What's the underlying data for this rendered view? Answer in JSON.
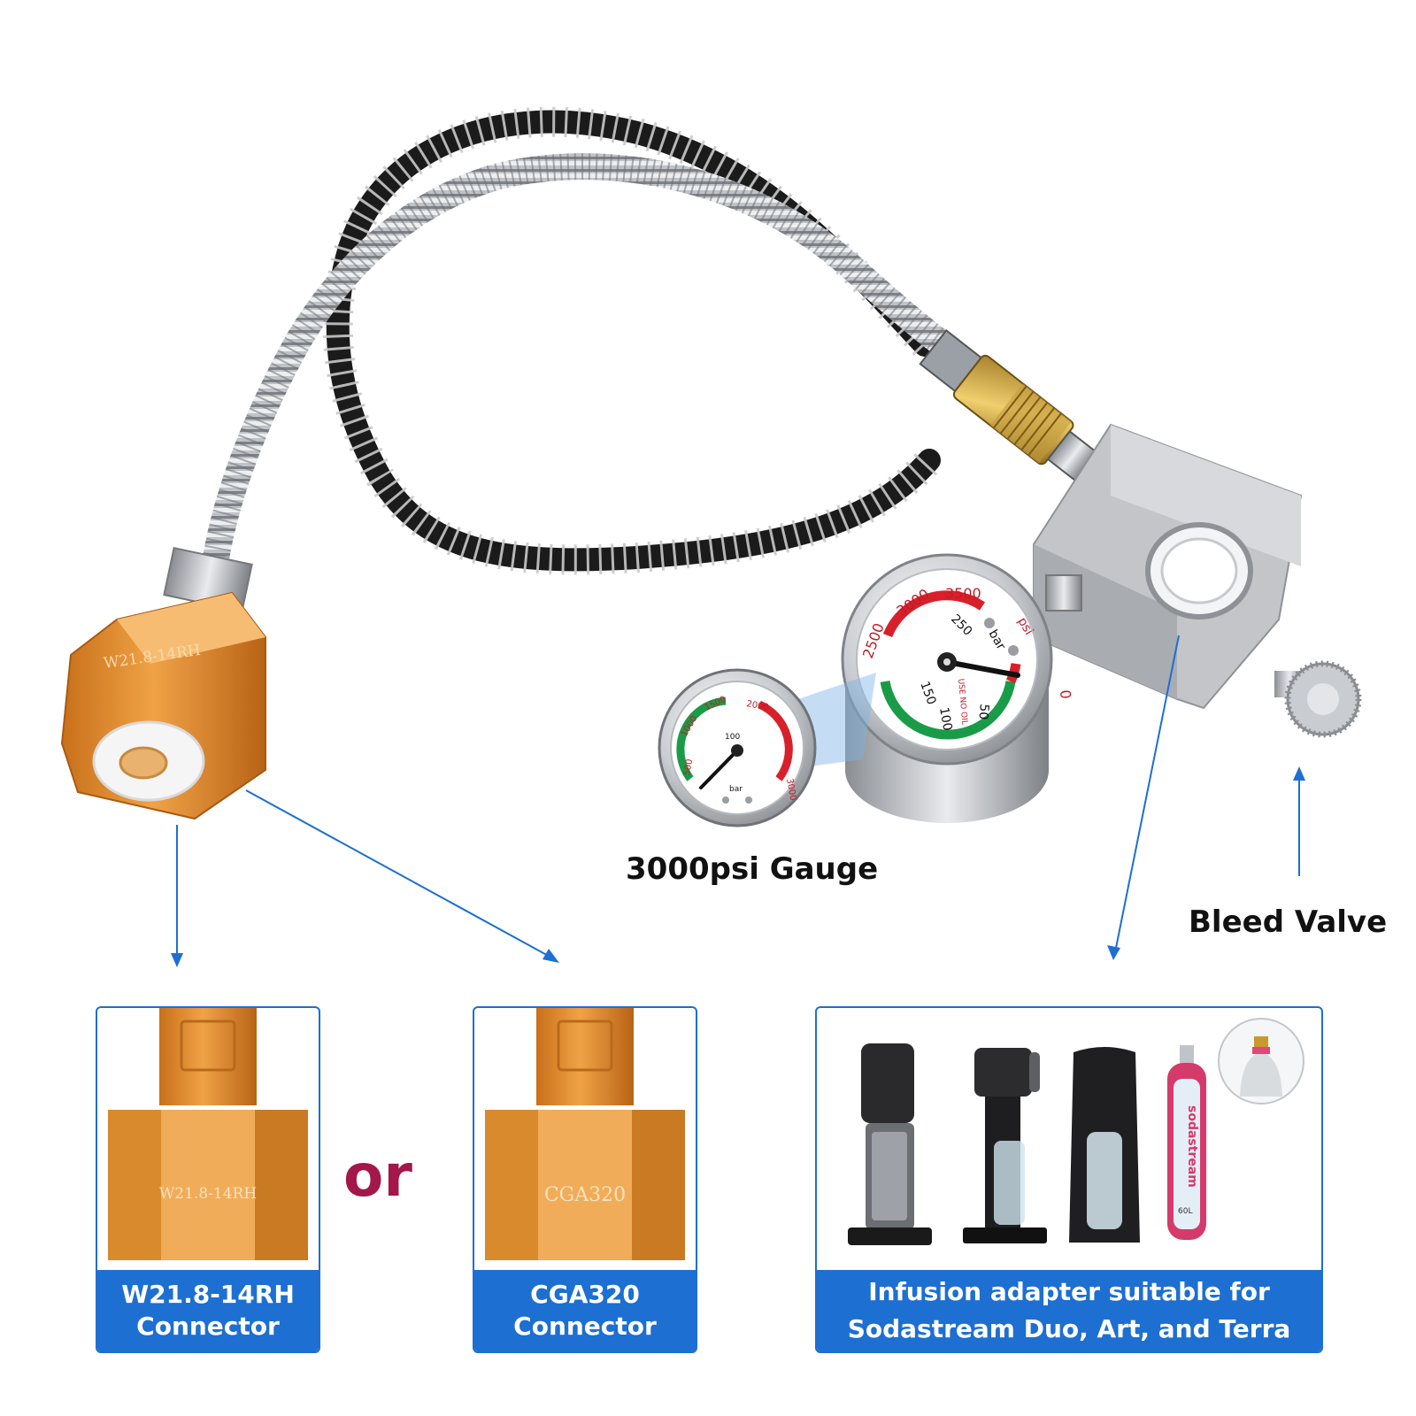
{
  "product": {
    "fitting_engraving": "W21.8-14RH",
    "gauge_label": "3000psi Gauge",
    "bleed_valve_label": "Bleed Valve"
  },
  "gauge_dial": {
    "psi_ticks": [
      "0",
      "500",
      "1000",
      "1500",
      "2000",
      "2500",
      "3000",
      "3500"
    ],
    "bar_ticks": [
      "0",
      "50",
      "100",
      "150",
      "200",
      "250"
    ],
    "unit_psi": "psi",
    "unit_bar": "bar",
    "warning": "USE NO OIL"
  },
  "connector_cards": [
    {
      "engraving": "W21.8-14RH",
      "caption_line1": "W21.8-14RH",
      "caption_line2": "Connector"
    },
    {
      "engraving": "CGA320",
      "caption_line1": "CGA320",
      "caption_line2": "Connector"
    }
  ],
  "or_text": "or",
  "compat_card": {
    "caption_line1": "Infusion adapter suitable for",
    "caption_line2": "Sodastream Duo, Art, and Terra",
    "cylinder_brand": "sodastream",
    "cylinder_volume": "60L"
  },
  "colors": {
    "accent_blue": "#1d6fd1",
    "or_color": "#a3174a",
    "fitting_orange": "#e08a22"
  }
}
